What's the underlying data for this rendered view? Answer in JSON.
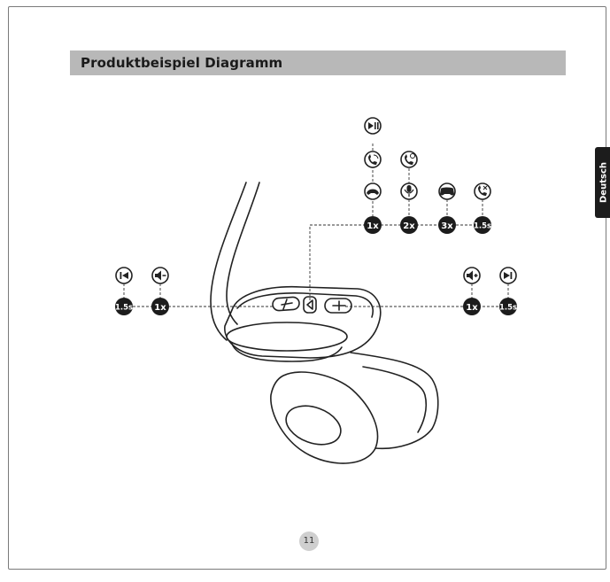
{
  "header": {
    "title": "Produktbeispiel Diagramm"
  },
  "language_tab": {
    "label": "Deutsch"
  },
  "page": {
    "number": "11"
  },
  "controls": {
    "top": [
      {
        "badge": "1x",
        "icons": [
          "answer-end-call-icon",
          "reject-call-icon",
          "play-pause-icon"
        ]
      },
      {
        "badge": "2x",
        "icons": [
          "mute-microphone-icon",
          "redial-icon"
        ]
      },
      {
        "badge": "3x",
        "icons": [
          "game-mode-icon"
        ]
      },
      {
        "badge": "1.5s",
        "icons": [
          "reject-incoming-call-icon"
        ]
      }
    ],
    "left": [
      {
        "badge": "1.5s",
        "icon": "previous-track-icon"
      },
      {
        "badge": "1x",
        "icon": "volume-down-icon"
      }
    ],
    "right": [
      {
        "badge": "1x",
        "icon": "volume-up-icon"
      },
      {
        "badge": "1.5s",
        "icon": "next-track-icon"
      }
    ]
  }
}
